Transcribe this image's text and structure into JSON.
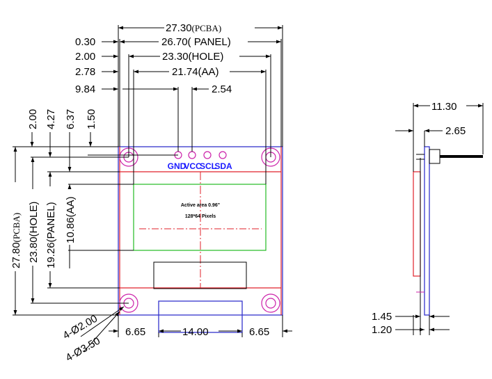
{
  "top_dims": {
    "pcba_value": "27.30",
    "pcba_unit": "(PCBA)",
    "panel": "26.70( PANEL)",
    "hole": "23.30(HOLE)",
    "aa": "21.74(AA)",
    "offset_030": "0.30",
    "offset_200": "2.00",
    "offset_278": "2.78",
    "offset_984": "9.84",
    "pin_pitch": "2.54"
  },
  "left_dims": {
    "v_200": "2.00",
    "v_427": "4.27",
    "v_637": "6.37",
    "v_150": "1.50",
    "pcba_value": "27.80",
    "pcba_unit": "(PCBA)",
    "hole": "23.80(HOLE)",
    "panel": "19.26(PANEL)",
    "aa": "10.86(AA)"
  },
  "bottom_dims": {
    "hole_small": "4-Ø2.00",
    "hole_large": "4-Ø3.50",
    "left_margin": "6.65",
    "connector": "14.00",
    "right_margin": "6.65"
  },
  "pins": [
    "GND",
    "VCC",
    "SCL",
    "SDA"
  ],
  "display": {
    "line1": "Active area 0.96\"",
    "line2": "128*64 Pixels"
  },
  "side_view": {
    "width": "11.30",
    "pin_length": "2.65",
    "thickness_a": "1.45",
    "thickness_b": "1.20"
  },
  "colors": {
    "pcb_outline": "#3333cc",
    "panel_outline": "#e0202a",
    "active_area": "#22bb22",
    "holes": "#cc22aa",
    "pin_text": "#1a1aff"
  }
}
